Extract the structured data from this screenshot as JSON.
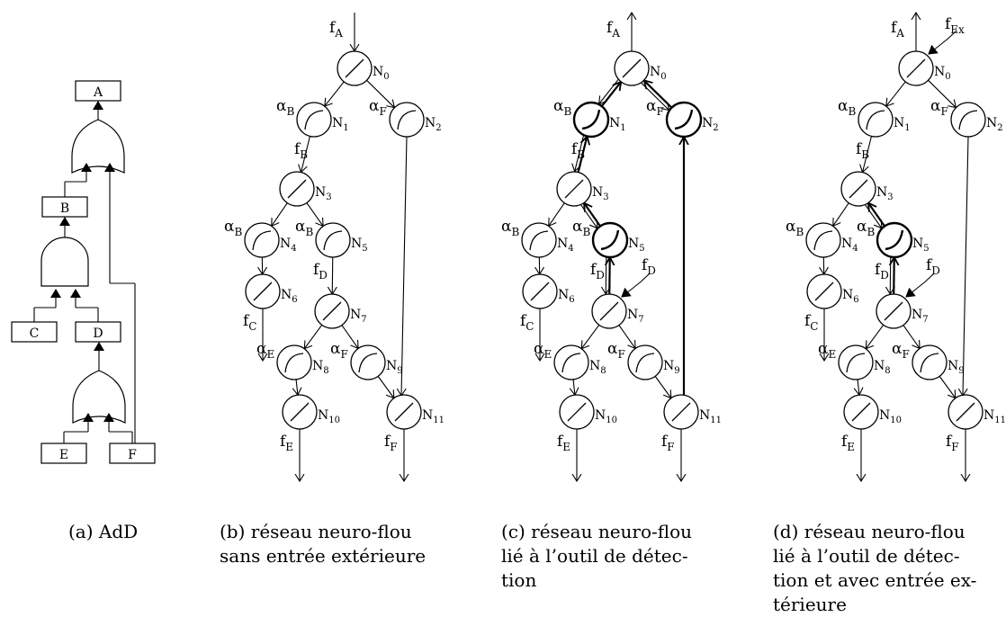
{
  "fault_tree": {
    "nodes": [
      "A",
      "B",
      "C",
      "D",
      "E",
      "F"
    ]
  },
  "networks": {
    "neurons": [
      "N0",
      "N1",
      "N2",
      "N3",
      "N4",
      "N5",
      "N6",
      "N7",
      "N8",
      "N9",
      "N10",
      "N11"
    ],
    "signals": {
      "fA": {
        "base": "f",
        "sub": "A"
      },
      "fB": {
        "base": "f",
        "sub": "B"
      },
      "fC": {
        "base": "f",
        "sub": "C"
      },
      "fD": {
        "base": "f",
        "sub": "D"
      },
      "fE": {
        "base": "f",
        "sub": "E"
      },
      "fF": {
        "base": "f",
        "sub": "F"
      },
      "fEx": {
        "base": "f",
        "sub": "Ex"
      },
      "aB": {
        "base": "α",
        "sub": "B"
      },
      "aE": {
        "base": "α",
        "sub": "E"
      },
      "aF": {
        "base": "α",
        "sub": "F"
      }
    }
  },
  "captions": {
    "a": [
      "(a) AdD"
    ],
    "b": [
      "(b) réseau neuro-flou",
      "sans entrée extérieure"
    ],
    "c": [
      "(c) réseau neuro-flou",
      "lié à l’outil de détec-",
      "tion"
    ],
    "d": [
      "(d) réseau neuro-flou",
      "lié à l’outil de détec-",
      "tion et avec entrée ex-",
      "térieure"
    ]
  }
}
